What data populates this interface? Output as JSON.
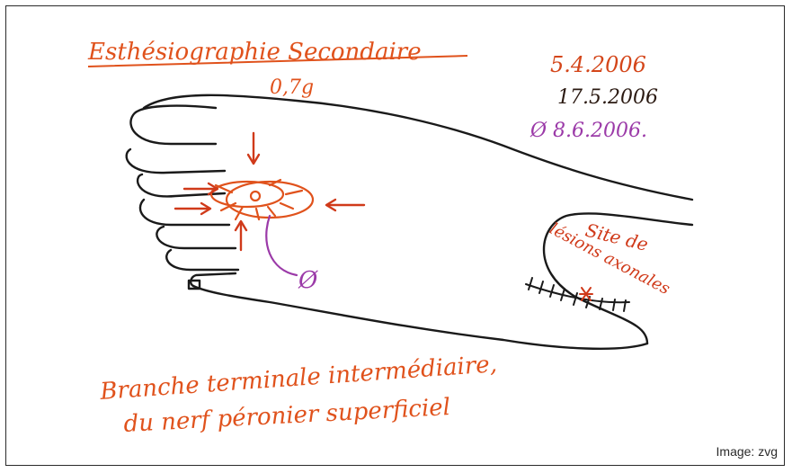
{
  "title": "Esthésiographie Secondaire",
  "pressure": "0,7g",
  "dates": [
    {
      "text": "5.4.2006",
      "color": "#d4461a"
    },
    {
      "text": "17.5.2006",
      "color": "#2b1a12"
    },
    {
      "text": "Ø 8.6.2006.",
      "color": "#9b3aa8"
    }
  ],
  "lesion_label": [
    "Site de",
    "lésions axonales"
  ],
  "null_symbol": "Ø",
  "caption": [
    "Branche terminale intermédiaire,",
    "du nerf péronier superficiel"
  ],
  "credit": "Image: zvg",
  "colors": {
    "orange": "#e0521c",
    "red": "#d03a1a",
    "purple": "#9b3aa8",
    "ink": "#1a1a1a"
  }
}
